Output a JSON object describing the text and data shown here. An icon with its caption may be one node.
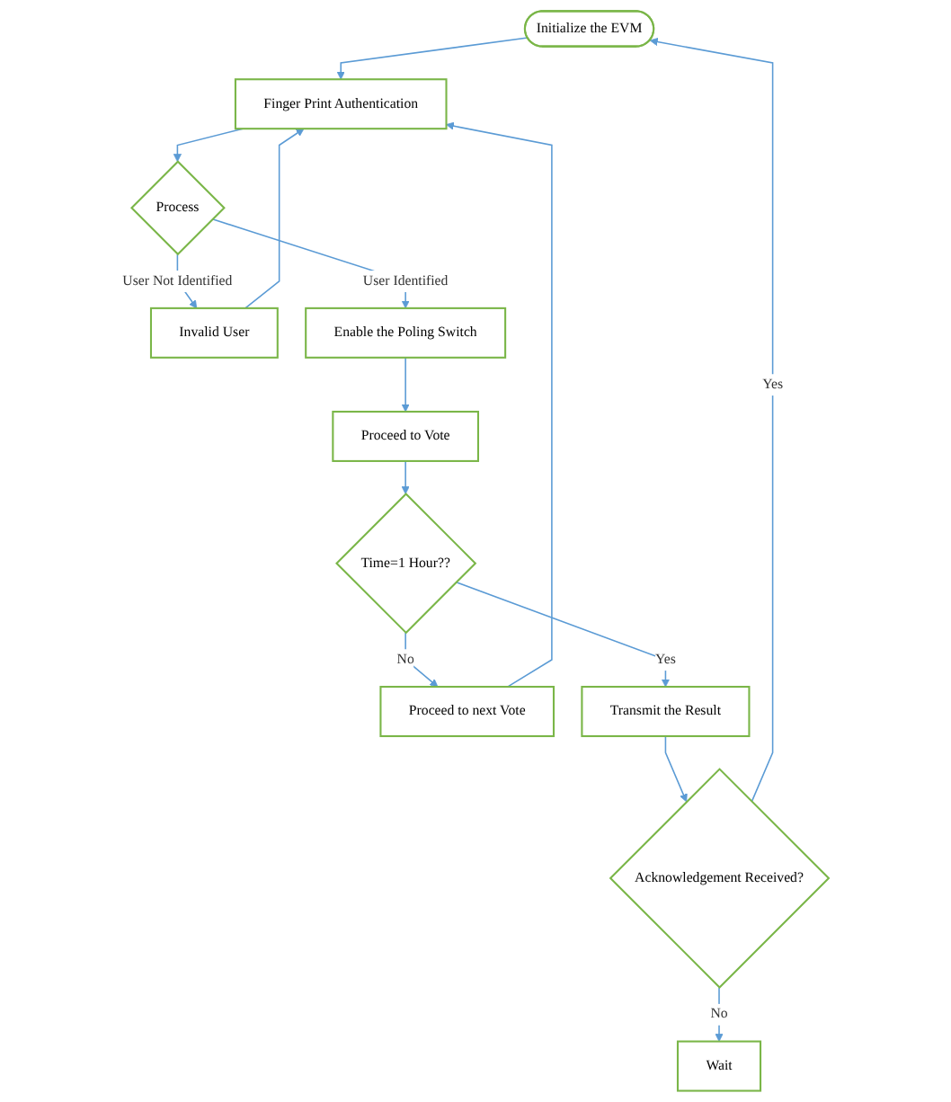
{
  "diagram": {
    "nodes": [
      {
        "text": [
          "Initialize the EVM"
        ]
      },
      {
        "text": [
          "Finger Print Authentication"
        ]
      },
      {
        "text": [
          "Process"
        ]
      },
      {
        "text": [
          "Invalid User"
        ]
      },
      {
        "text": [
          "Enable the Poling Switch"
        ]
      },
      {
        "text": [
          "Proceed to Vote"
        ]
      },
      {
        "text": [
          "Time=1 Hour??"
        ]
      },
      {
        "text": [
          "Proceed to next Vote"
        ]
      },
      {
        "text": [
          "Transmit the Result"
        ]
      },
      {
        "text": [
          "Acknowledgement Received?"
        ]
      },
      {
        "text": [
          "Wait"
        ]
      }
    ],
    "edges": [
      {
        "from": 0,
        "to": 1,
        "arrow": "to"
      },
      {
        "from": 1,
        "to": 2,
        "arrow": "to"
      },
      {
        "from": 2,
        "to": 3,
        "label": "User Not Identified",
        "arrow": "to"
      },
      {
        "from": 2,
        "to": 4,
        "label": "User Identified",
        "arrow": "to"
      },
      {
        "from": 3,
        "to": 1,
        "arrow": "to"
      },
      {
        "from": 4,
        "to": 5,
        "arrow": "to"
      },
      {
        "from": 5,
        "to": 6,
        "arrow": "to"
      },
      {
        "from": 6,
        "to": 7,
        "label": "No",
        "arrow": "to"
      },
      {
        "from": 6,
        "to": 8,
        "label": "Yes",
        "arrow": "to"
      },
      {
        "from": 7,
        "to": 1,
        "arrow": "to"
      },
      {
        "from": 8,
        "to": 9,
        "arrow": "to"
      },
      {
        "from": 9,
        "to": 10,
        "label": "No",
        "arrow": "to"
      },
      {
        "from": 9,
        "to": 0,
        "label": "Yes",
        "arrow": "to"
      }
    ]
  }
}
